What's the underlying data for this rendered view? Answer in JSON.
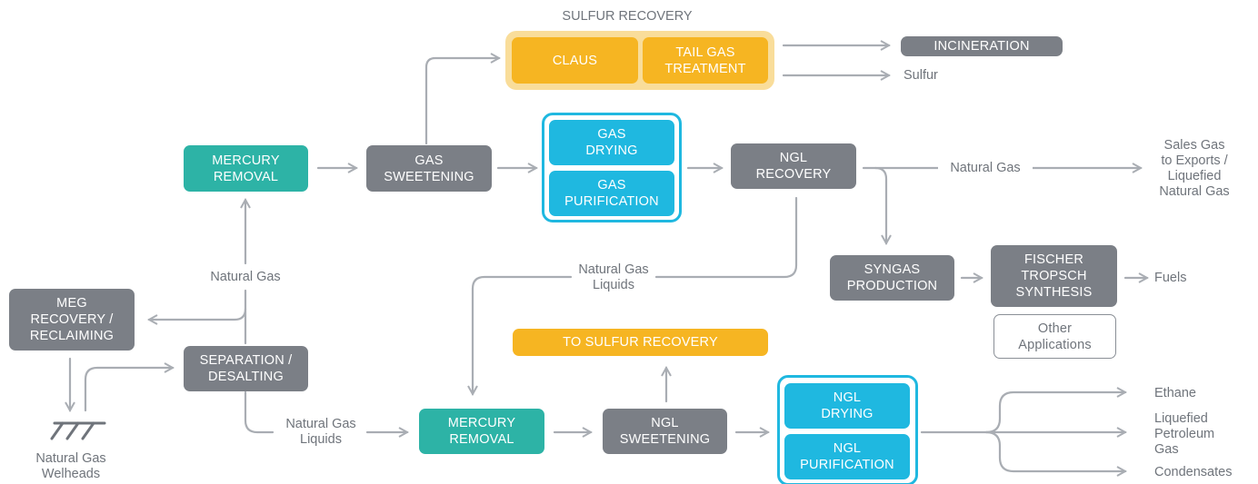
{
  "sulfur_recovery": {
    "title": "SULFUR RECOVERY",
    "claus": "CLAUS",
    "tail_gas": "TAIL GAS\nTREATMENT"
  },
  "incineration": "INCINERATION",
  "sulfur_label": "Sulfur",
  "mercury_removal_top": "MERCURY\nREMOVAL",
  "gas_sweetening": "GAS\nSWEETENING",
  "gas_drying": "GAS\nDRYING",
  "gas_purification": "GAS\nPURIFICATION",
  "ngl_recovery": "NGL\nRECOVERY",
  "natural_gas_mid": "Natural Gas",
  "sales_gas": "Sales Gas\nto Exports /\nLiquefied\nNatural Gas",
  "syngas_production": "SYNGAS\nPRODUCTION",
  "fischer_tropsch": "FISCHER\nTROPSCH\nSYNTHESIS",
  "fuels": "Fuels",
  "other_applications": "Other\nApplications",
  "natural_gas_left": "Natural Gas",
  "meg_recovery": "MEG\nRECOVERY /\nRECLAIMING",
  "separation": "SEPARATION /\nDESALTING",
  "welheads": "Natural Gas\nWelheads",
  "ngl_label_bottom": "Natural Gas\nLiquids",
  "ngl_label_mid": "Natural Gas\nLiquids",
  "mercury_removal_bottom": "MERCURY\nREMOVAL",
  "to_sulfur_recovery": "TO SULFUR RECOVERY",
  "ngl_sweetening": "NGL\nSWEETENING",
  "ngl_drying": "NGL\nDRYING",
  "ngl_purification": "NGL\nPURIFICATION",
  "products": {
    "ethane": "Ethane",
    "lpg": "Liquefied\nPetroleum\nGas",
    "condensates": "Condensates"
  },
  "colors": {
    "process_gray": "#7b7f86",
    "mercury_teal": "#2db3a6",
    "drying_blue": "#1fb8e0",
    "sulfur_orange": "#f6b522",
    "sulfur_frame": "#f9dd9a",
    "connector": "#a9adb3"
  }
}
